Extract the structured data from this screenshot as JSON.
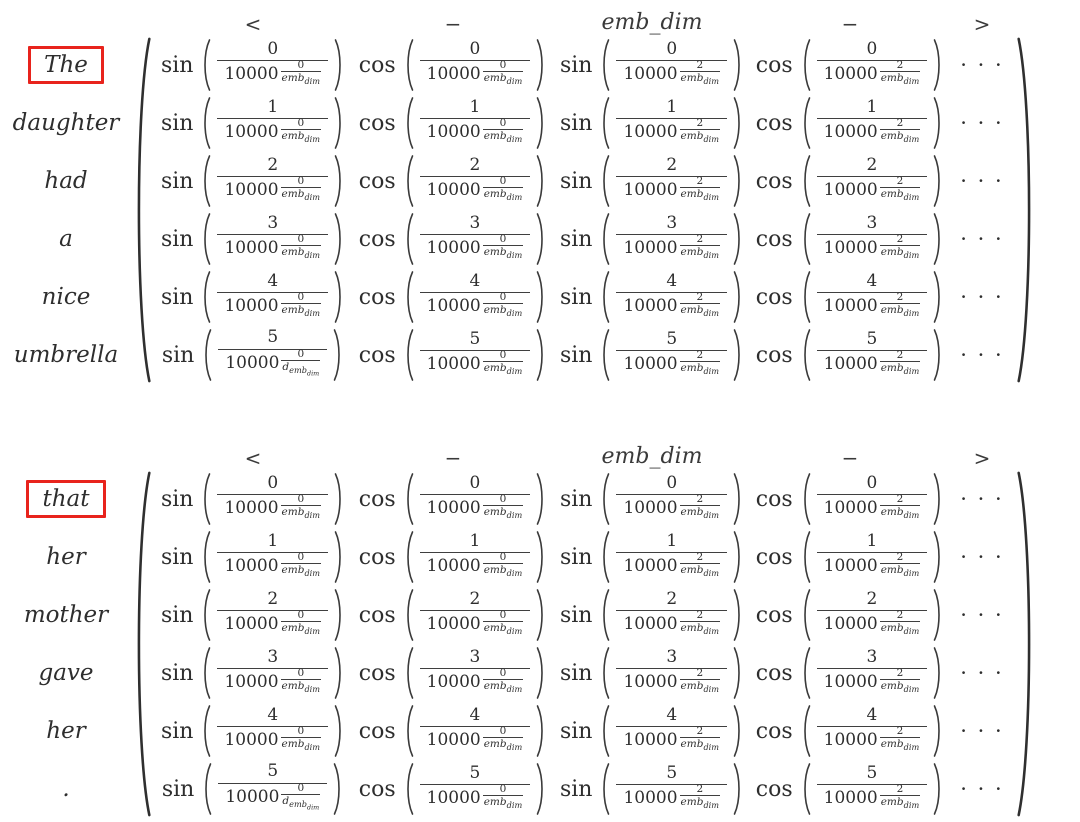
{
  "figure": {
    "background": "#ffffff",
    "text_color": "#333333",
    "highlight_color": "#e8231c",
    "matrices": [
      {
        "name": "sentence-1",
        "header": {
          "left": "<",
          "dash1": "−",
          "center": "emb_dim",
          "dash2": "−",
          "right": ">"
        },
        "rows": [
          {
            "word": "The",
            "boxed": true,
            "pos": "0"
          },
          {
            "word": "daughter",
            "boxed": false,
            "pos": "1"
          },
          {
            "word": "had",
            "boxed": false,
            "pos": "2"
          },
          {
            "word": "a",
            "boxed": false,
            "pos": "3"
          },
          {
            "word": "nice",
            "boxed": false,
            "pos": "4"
          },
          {
            "word": "umbrella",
            "boxed": false,
            "pos": "5"
          }
        ],
        "columns": [
          {
            "fn": "sin",
            "exp_num": "0"
          },
          {
            "fn": "cos",
            "exp_num": "0"
          },
          {
            "fn": "sin",
            "exp_num": "2"
          },
          {
            "fn": "cos",
            "exp_num": "2"
          }
        ],
        "base": "10000",
        "exp_den": [
          "emb",
          "dim"
        ],
        "special_cell": {
          "row": 5,
          "col": 0,
          "exp_den": [
            "d",
            "emb",
            "dim"
          ]
        },
        "dots": "· · ·"
      },
      {
        "name": "sentence-2",
        "header": {
          "left": "<",
          "dash1": "−",
          "center": "emb_dim",
          "dash2": "−",
          "right": ">"
        },
        "rows": [
          {
            "word": "that",
            "boxed": true,
            "pos": "0"
          },
          {
            "word": "her",
            "boxed": false,
            "pos": "1"
          },
          {
            "word": "mother",
            "boxed": false,
            "pos": "2"
          },
          {
            "word": "gave",
            "boxed": false,
            "pos": "3"
          },
          {
            "word": "her",
            "boxed": false,
            "pos": "4"
          },
          {
            "word": ".",
            "boxed": false,
            "pos": "5"
          }
        ],
        "columns": [
          {
            "fn": "sin",
            "exp_num": "0"
          },
          {
            "fn": "cos",
            "exp_num": "0"
          },
          {
            "fn": "sin",
            "exp_num": "2"
          },
          {
            "fn": "cos",
            "exp_num": "2"
          }
        ],
        "base": "10000",
        "exp_den": [
          "emb",
          "dim"
        ],
        "special_cell": {
          "row": 5,
          "col": 0,
          "exp_den": [
            "d",
            "emb",
            "dim"
          ]
        },
        "dots": "· · ·"
      }
    ]
  }
}
